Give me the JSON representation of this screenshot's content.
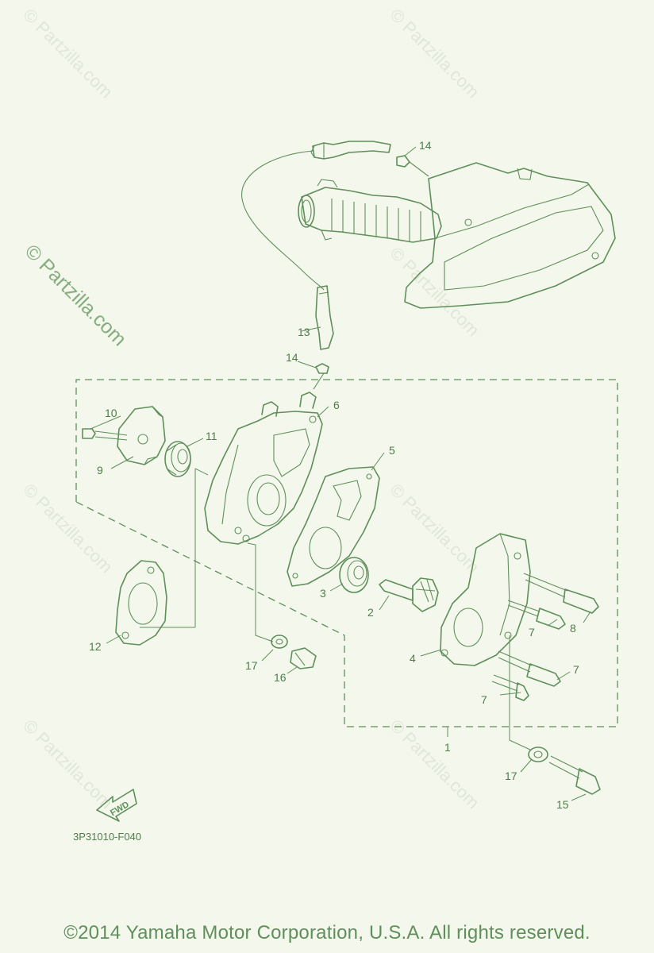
{
  "watermark": {
    "text": "© Partzilla.com"
  },
  "diagram": {
    "code": "3P31010-F040",
    "fwd_label": "FWD",
    "callouts": [
      "1",
      "2",
      "3",
      "4",
      "5",
      "6",
      "7",
      "7",
      "7",
      "8",
      "9",
      "10",
      "11",
      "12",
      "13",
      "14",
      "14",
      "15",
      "16",
      "17",
      "17"
    ]
  },
  "footer": {
    "copyright": "©2014  Yamaha Motor Corporation, U.S.A. All rights reserved."
  },
  "colors": {
    "line": "#5f8f5a",
    "text": "#4e7d4b",
    "background": "#f4f7ec"
  }
}
